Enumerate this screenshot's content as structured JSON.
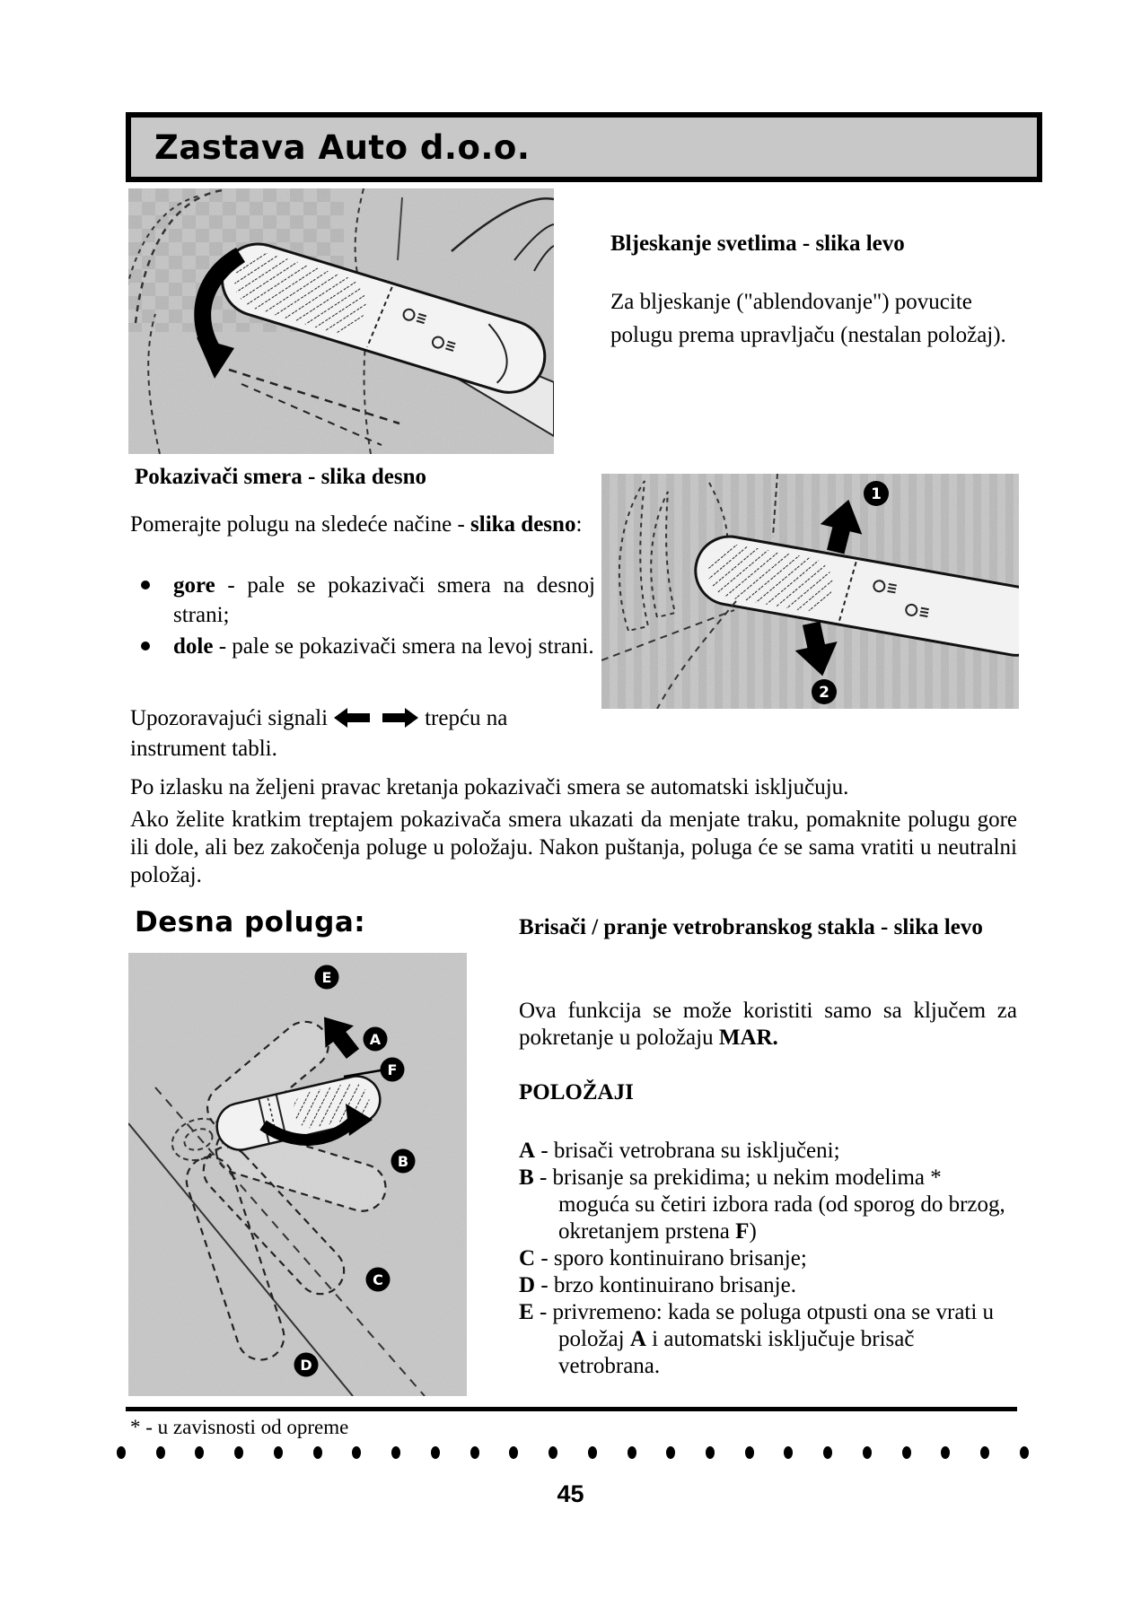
{
  "header": {
    "title": "Zastava Auto d.o.o."
  },
  "left_stalk": {
    "flash_heading": "Bljeskanje svetlima - slika levo",
    "flash_body": "Za bljeskanje (\"ablendovanje\") povucite polugu prema upravljaču (nestalan položaj).",
    "indicators_heading": "Pokazivači smera - slika desno",
    "indicators_intro": [
      {
        "t": "Pomerajte polugu na sledeće načine - "
      },
      {
        "t": "slika desno",
        "b": true
      },
      {
        "t": ":"
      }
    ],
    "bullets": [
      [
        {
          "t": "gore",
          "b": true
        },
        {
          "t": " - pale se pokazivači smera na desnoj strani;"
        }
      ],
      [
        {
          "t": "dole",
          "b": true
        },
        {
          "t": " - pale se pokazivači smera na levoj strani."
        }
      ]
    ],
    "warning_before": "Upozoravajući signali",
    "warning_after": "trepću na instrument tabli.",
    "auto_cancel": "Po izlasku na željeni pravac kretanja pokazivači smera se automatski isključuju.",
    "lane_change": "Ako želite kratkim treptajem pokazivača smera ukazati da menjate traku, pomaknite polugu gore ili dole, ali bez zakočenja poluge u položaju. Nakon puštanja, poluga će se sama vratiti u neutralni položaj."
  },
  "right_stalk": {
    "section_heading": "Desna poluga:",
    "wipers_heading": "Brisači / pranje vetrobranskog stakla - slika levo",
    "wipers_body": [
      {
        "t": "Ova funkcija se može koristiti samo sa ključem za pokretanje u položaju "
      },
      {
        "t": "MAR.",
        "b": true
      }
    ],
    "positions_heading": "POLOŽAJI",
    "positions": [
      {
        "key": "A",
        "segments": [
          {
            "t": " - brisači vetrobrana su isključeni;"
          }
        ]
      },
      {
        "key": "B",
        "segments": [
          {
            "t": " - brisanje sa prekidima; u nekim modelima * moguća su četiri izbora rada (od sporog do brzog, okretanjem prstena "
          },
          {
            "t": "F",
            "b": true
          },
          {
            "t": ")"
          }
        ]
      },
      {
        "key": "C",
        "segments": [
          {
            "t": " - sporo kontinuirano brisanje;"
          }
        ]
      },
      {
        "key": "D",
        "segments": [
          {
            "t": " - brzo kontinuirano brisanje."
          }
        ]
      },
      {
        "key": "E",
        "segments": [
          {
            "t": " - privremeno: kada se poluga otpusti ona se vrati u položaj "
          },
          {
            "t": "A",
            "b": true
          },
          {
            "t": " i automatski isključuje brisač vetrobrana."
          }
        ]
      }
    ]
  },
  "figures": {
    "fig2_badge_1": "1",
    "fig2_badge_2": "2",
    "fig3_badges": {
      "e": "E",
      "a": "A",
      "f": "F",
      "b": "B",
      "c": "C",
      "d": "D"
    }
  },
  "footer": {
    "footnote": "* - u zavisnosti od opreme",
    "dots_count": 24,
    "page_number": "45"
  },
  "colors": {
    "header_bg": "#c8c8c8",
    "photo_bg": "#c5c5c5",
    "text": "#000000"
  }
}
